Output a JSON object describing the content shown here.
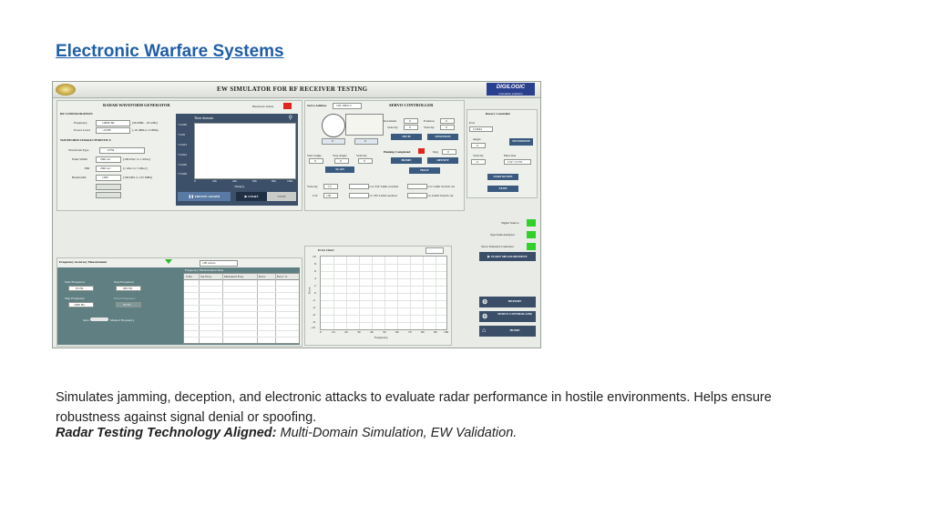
{
  "slide": {
    "title": "Electronic Warfare Systems",
    "description": "Simulates jamming, deception, and electronic attacks to evaluate radar performance in hostile environments. Helps ensure robustness against signal denial or spoofing.",
    "aligned_label": "Radar Testing Technology Aligned:",
    "aligned_value": " Multi-Domain Simulation, EW Validation."
  },
  "app": {
    "title": "EW SIMULATOR FOR RF RECEIVER TESTING",
    "logo": "DIGILOGIC",
    "logo_tagline": "innovative solutions"
  },
  "radar": {
    "header": "RADAR WAVEFORM GENERATOR",
    "hardware_status": "Hardware Status",
    "rf_config": "RF CONFIGURATION",
    "frequency_label": "Frequency",
    "frequency_value": "10000 Hz",
    "frequency_range": "(30 MHz - 18 GHz)",
    "power_label": "Power Level",
    "power_value": "-10 dB",
    "power_range": "(-10 dBm to 0 dBm)",
    "waveform_header": "WAVEFORM CHARACTERISTICS",
    "waveform_type_label": "Waveform Type",
    "waveform_type_value": "LFM",
    "pulse_width_label": "Pulse Width",
    "pulse_width_value": "20m sec",
    "pulse_width_range": "(100 nSec to 1 mSec)",
    "pri_label": "PRI",
    "pri_value": "20m sec",
    "pri_range": "(1 uSec to 5 mSec)",
    "bandwidth_label": "Bandwidth",
    "bandwidth_value": "10M",
    "bandwidth_range": "(100 kHz to 125 MHz)",
    "chart_title": "Time domain",
    "chart_xlabel": "Time(s)",
    "y_ticks": [
      "+2.930",
      "+2.95",
      "+2.923",
      "+2.924",
      "+2.926",
      "+2.928"
    ],
    "x_ticks": [
      "0",
      "20s",
      "40s",
      "60s",
      "80s",
      "100s"
    ],
    "freeze_label": "FREEZE GRAPH",
    "start_label": "START",
    "stop_label": "STOP"
  },
  "servo": {
    "address_label": "Servo Address",
    "address_value": "192.168.0.2",
    "header": "SERVO CONTROLLER",
    "gauge_values": [
      "0",
      "0"
    ],
    "increment_label": "Increment",
    "increment_value": "0",
    "position_label": "Position",
    "position_value": "0",
    "velocity_label": "Velocity",
    "velocity_value": "0",
    "velocity2_label": "Velocity",
    "velocity2_value": "0",
    "inch_label": "INCH",
    "position_btn": "POSITION",
    "start_angle_label": "Start Angle",
    "start_angle_value": "0",
    "stop_angle_label": "Stop Angle",
    "stop_angle_value": "0",
    "vel3_label": "Velocity",
    "vel3_value": "0",
    "homing_label": "Homing Completed",
    "deg_label": "Deg",
    "deg_value": "0",
    "scan_label": "SCAN",
    "home_label": "HOME",
    "offset_label": "OFFSET",
    "halt_label": "HALT",
    "vel_row_label": "Velocity",
    "vel_row_value": "15",
    "cw_label": "CW",
    "cw_value": "150",
    "ccw_limit": "ccw  SW Limit reached",
    "ccw_switch": "ccw Limit Switch cut",
    "cw_limit": "cw  SW Limit reached",
    "cw_switch": "cw  Limit Switch cut"
  },
  "rotary": {
    "header": "Rotary Controller",
    "port_label": "Port",
    "port_value": "COM4",
    "angle_label": "Angle",
    "angle_value": "0",
    "set_position": "SET POSITION",
    "velocity_label": "Velocity",
    "velocity_value": "0",
    "direction_label": "Direction",
    "direction_value": "CW / CCW",
    "start_rotate": "START ROTATE",
    "stop": "STOP"
  },
  "status": {
    "signal_source": "Signal Source",
    "spectrum_analyzer": "Spectrum Analyzer",
    "servo_pedestal": "Servo Pedestal Controller",
    "start_measurement": "START MEASUREMENT"
  },
  "freq_accuracy": {
    "header": "Frequency Accuracy Measurement",
    "samples": "100 sofers",
    "start_freq_label": "Start Frequency",
    "start_freq_value": "65 Hz",
    "stop_freq_label": "Stop Frequency",
    "stop_freq_value": "665 Hz",
    "step_freq_label": "Step Frequency",
    "step_freq_value": "1000 Hz",
    "fixed_freq_label": "Fixed Frequency",
    "fixed_freq_value": "80 Hz",
    "mode_auto": "Auto",
    "mode_manual": "Manual Frequency",
    "table_title": "Frequency Measurement Data",
    "columns": [
      "S.No",
      "Set Freq",
      "Measured Freq",
      "Error",
      "Error %"
    ]
  },
  "error_chart": {
    "title": "Error Chart",
    "ylabel": "Error",
    "xlabel": "Frequency",
    "y_ticks": [
      "10",
      "8",
      "6",
      "4",
      "2",
      "0",
      "-2",
      "-4",
      "-6",
      "-8",
      "-10"
    ],
    "x_ticks": [
      "0",
      "10",
      "20",
      "30",
      "40",
      "50",
      "60",
      "70",
      "80",
      "90",
      "100"
    ]
  },
  "nav": {
    "report": "REPORT",
    "servo_controller": "SERVO CONTROLLER",
    "home": "HOME"
  },
  "colors": {
    "title_blue": "#1f5ea8",
    "status_red": "#e0261e",
    "status_green": "#2fd12a",
    "dark_panel": "#5f7f82",
    "button_navy": "#3a5a80"
  }
}
